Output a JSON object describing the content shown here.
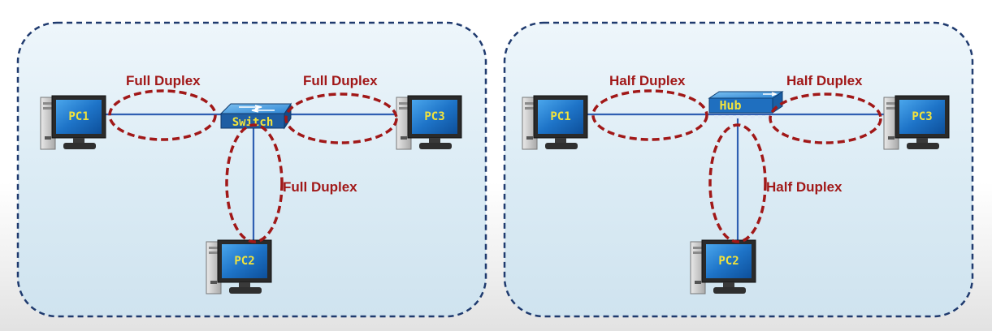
{
  "colors": {
    "panel_border": "#1f3a6e",
    "link_line": "#2f5fb2",
    "label_red": "#a11818",
    "pc_label_yellow": "#f2e33c",
    "switch_blue": "#3a8fd8",
    "hub_blue": "#2f86d4"
  },
  "panels": [
    {
      "device": {
        "type": "switch",
        "label": "Switch",
        "icon": "switch-icon"
      },
      "pcs": {
        "pc1": "PC1",
        "pc2": "PC2",
        "pc3": "PC3"
      },
      "links": {
        "left": "Full Duplex",
        "right": "Full Duplex",
        "down": "Full Duplex"
      }
    },
    {
      "device": {
        "type": "hub",
        "label": "Hub",
        "icon": "hub-icon"
      },
      "pcs": {
        "pc1": "PC1",
        "pc2": "PC2",
        "pc3": "PC3"
      },
      "links": {
        "left": "Half Duplex",
        "right": "Half Duplex",
        "down": "Half Duplex"
      }
    }
  ]
}
